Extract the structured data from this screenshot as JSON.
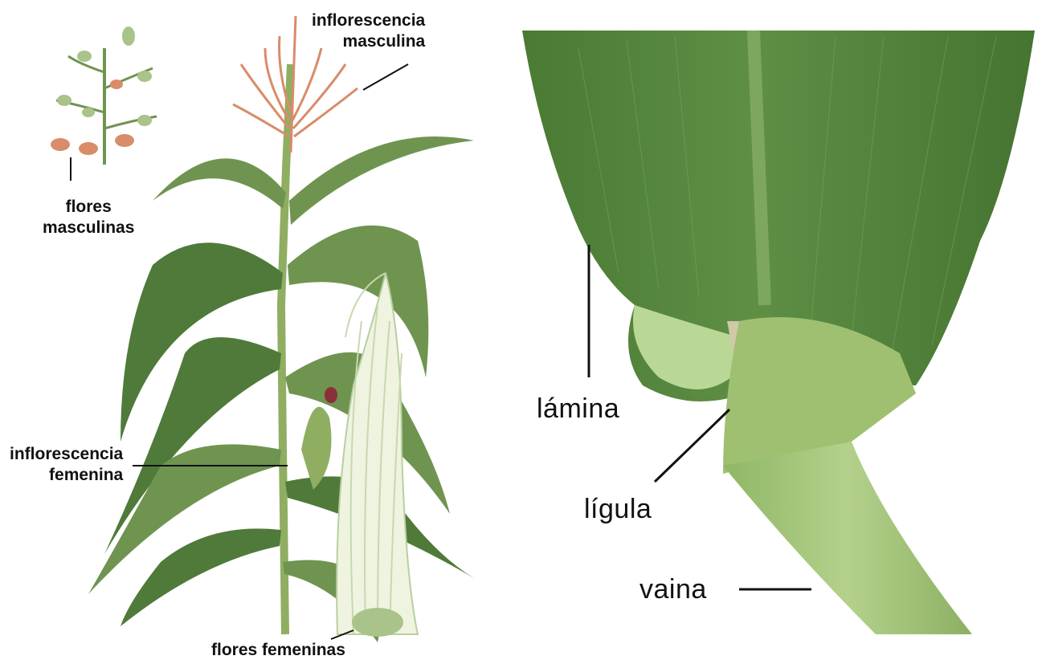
{
  "left_panel": {
    "labels": {
      "inflorescencia_masculina": "inflorescencia\nmasculina",
      "flores_masculinas": "flores\nmasculinas",
      "inflorescencia_femenina": "inflorescencia\nfemenina",
      "flores_femeninas": "flores femeninas"
    }
  },
  "right_panel": {
    "labels": {
      "lamina": "lámina",
      "ligula": "lígula",
      "vaina": "vaina"
    }
  },
  "colors": {
    "leaf_dark": "#4f7a3a",
    "leaf_mid": "#6f9450",
    "leaf_light": "#a9c38a",
    "tassel": "#d98c6a",
    "sheath": "#a4c57a",
    "silk": "#e6efd6"
  }
}
